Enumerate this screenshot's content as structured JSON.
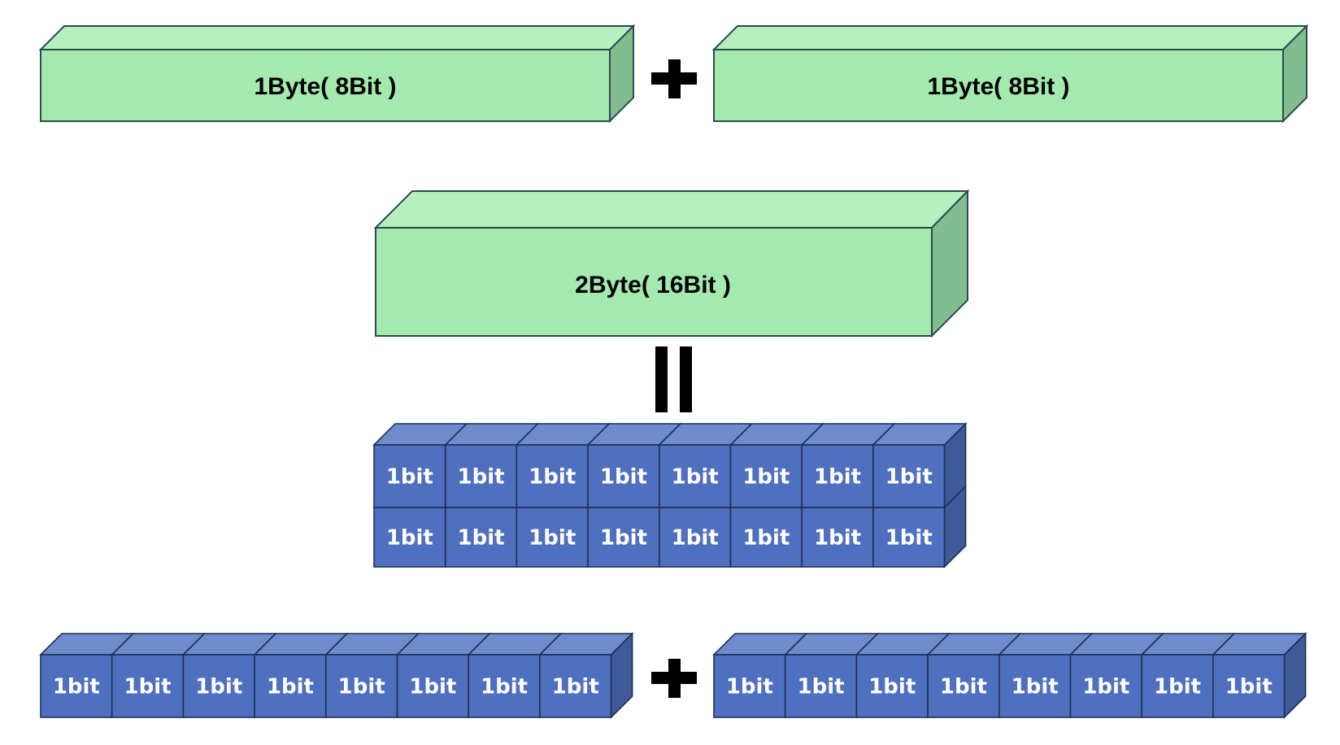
{
  "colors": {
    "byte_front": "#a4eaae",
    "byte_top": "#b5f0be",
    "byte_side": "#82bd90",
    "byte_stroke": "#2b4a4f",
    "bit_front": "#4f6fbf",
    "bit_top": "#6e8ccc",
    "bit_side": "#3e5a99",
    "bit_stroke": "#1f2f55",
    "operator": "#000000"
  },
  "diagram": {
    "byte_left_label": "1Byte( 8Bit )",
    "byte_right_label": "1Byte( 8Bit )",
    "two_byte_label": "2Byte( 16Bit )",
    "bit_label": "1bit",
    "bits_per_byte": 8,
    "operator_plus": "plus-icon",
    "operator_equals": "equals-icon"
  }
}
